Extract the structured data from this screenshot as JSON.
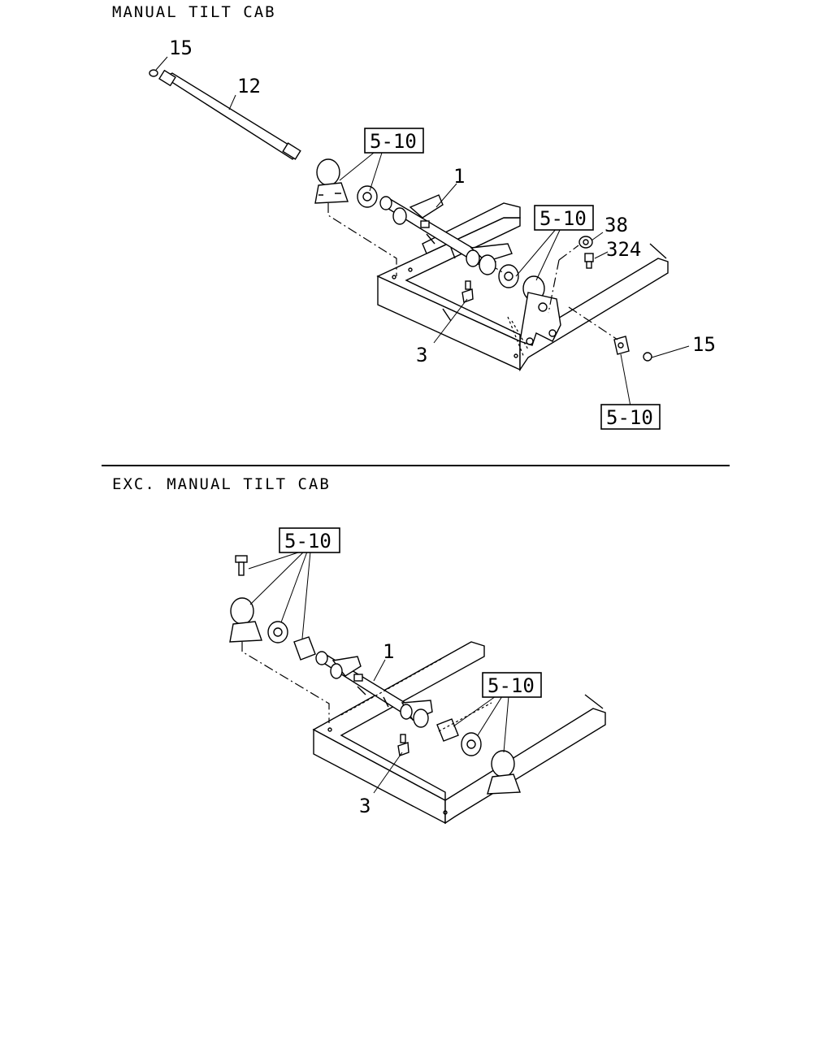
{
  "sections": [
    {
      "title": "MANUAL TILT CAB",
      "callouts": {
        "c15a": "15",
        "c12": "12",
        "c510a": "5-10",
        "c1": "1",
        "c510b": "5-10",
        "c38": "38",
        "c324": "324",
        "c3": "3",
        "c15b": "15",
        "c510c": "5-10"
      }
    },
    {
      "title": "EXC. MANUAL TILT CAB",
      "callouts": {
        "c510a": "5-10",
        "c1": "1",
        "c510b": "5-10",
        "c3": "3"
      }
    }
  ]
}
